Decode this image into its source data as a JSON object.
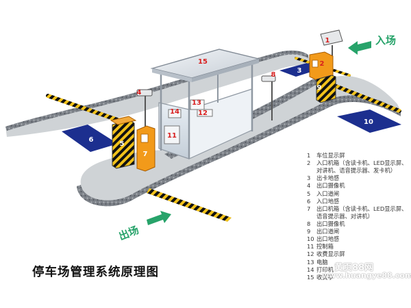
{
  "title": "停车场管理系统原理图",
  "directions": {
    "entry": "入场",
    "exit": "出场"
  },
  "markers": [
    "1",
    "2",
    "3",
    "4",
    "5",
    "6",
    "7",
    "8",
    "9",
    "10",
    "11",
    "12",
    "13",
    "14",
    "15"
  ],
  "legend": [
    {
      "num": "1",
      "lines": [
        "车位显示屏"
      ]
    },
    {
      "num": "2",
      "lines": [
        "入口机箱（含读卡机、LED显示屏、",
        "对讲机、语音提示器、发卡机）"
      ]
    },
    {
      "num": "3",
      "lines": [
        "出卡地感"
      ]
    },
    {
      "num": "4",
      "lines": [
        "出口摄像机"
      ]
    },
    {
      "num": "5",
      "lines": [
        "入口道闸"
      ]
    },
    {
      "num": "6",
      "lines": [
        "入口地感"
      ]
    },
    {
      "num": "7",
      "lines": [
        "出口机箱（含读卡机、LED显示屏、",
        "语音提示器、对讲机）"
      ]
    },
    {
      "num": "8",
      "lines": [
        "出口摄像机"
      ]
    },
    {
      "num": "9",
      "lines": [
        "出口道闸"
      ]
    },
    {
      "num": "10",
      "lines": [
        "出口地感"
      ]
    },
    {
      "num": "11",
      "lines": [
        "控制箱"
      ]
    },
    {
      "num": "12",
      "lines": [
        "收费显示屏"
      ]
    },
    {
      "num": "13",
      "lines": [
        "电脑"
      ]
    },
    {
      "num": "14",
      "lines": [
        "打印机"
      ]
    },
    {
      "num": "15",
      "lines": [
        "收费亭"
      ]
    }
  ],
  "watermark": {
    "line1": "黄页88网",
    "line2": "www.huangye88.com"
  },
  "colors": {
    "marker_red": "#d81e1e",
    "road_blue": "#1c2f8f",
    "lane_fill": "#cfd3d6",
    "curb": "#8a8f96",
    "cabinet_orange": "#f29a1a",
    "arrow_green": "#27a36a",
    "booth_roof": "#dfe4ea"
  }
}
